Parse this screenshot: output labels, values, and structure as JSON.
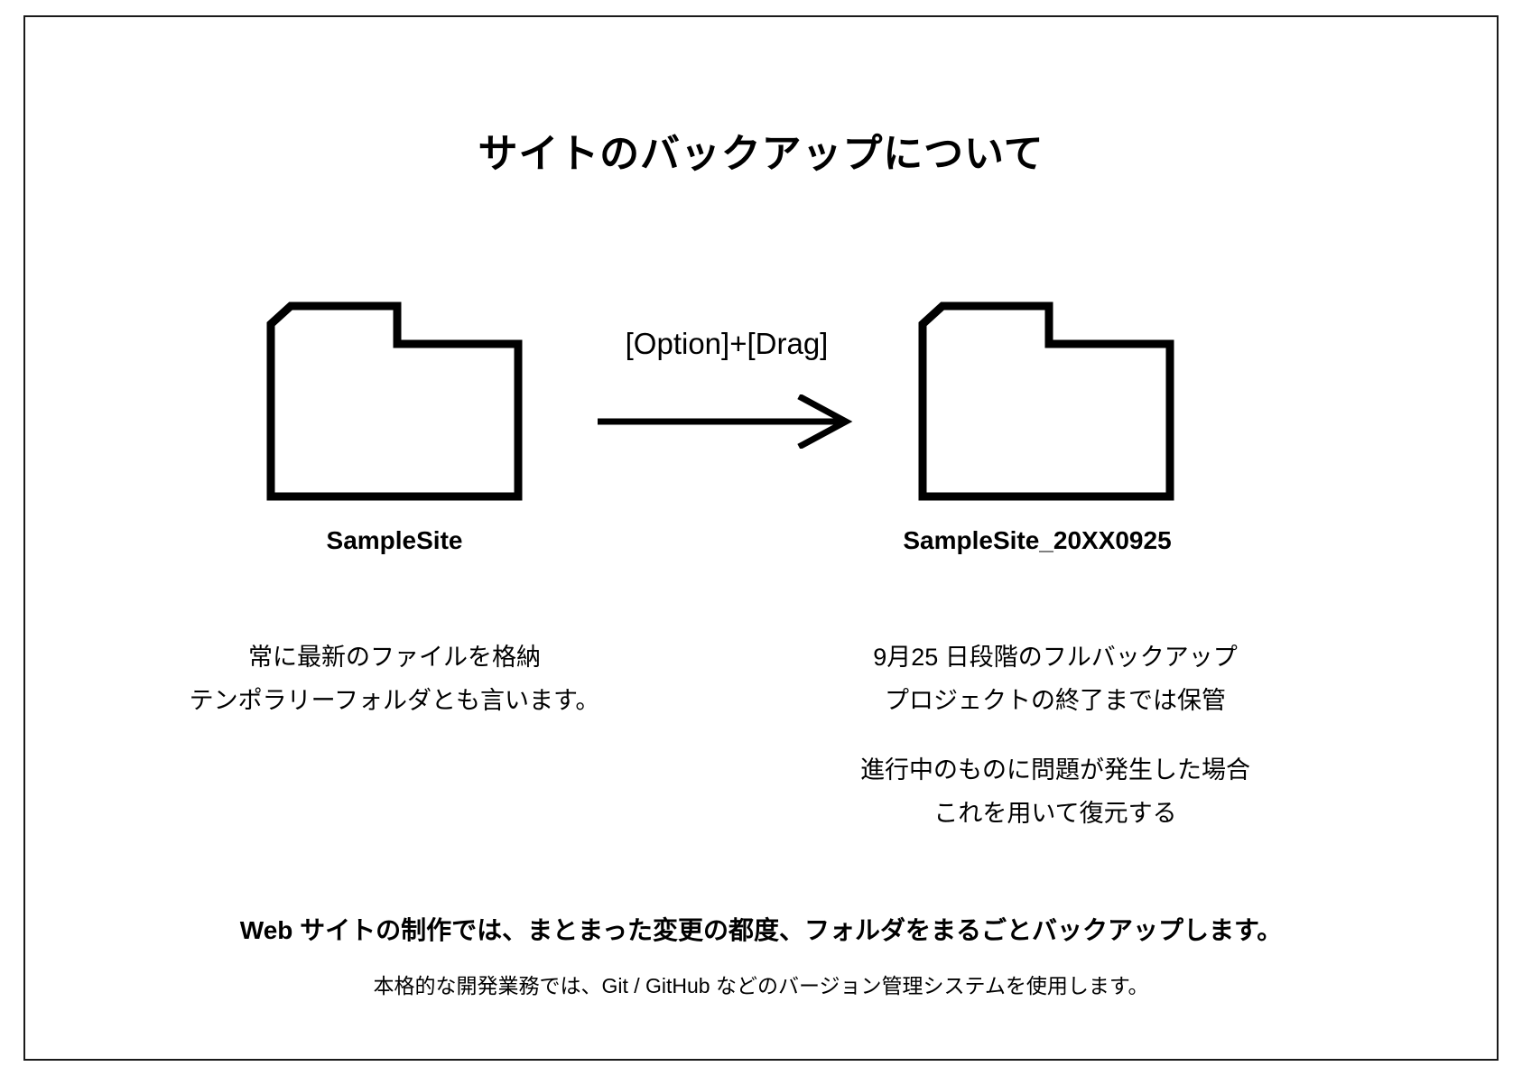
{
  "slide": {
    "title": "サイトのバックアップについて",
    "background_color": "#ffffff",
    "border_color": "#1a1a1a",
    "text_color": "#000000"
  },
  "diagram": {
    "source": {
      "icon": "folder-icon",
      "label": "SampleSite",
      "description_lines": [
        "常に最新のファイルを格納",
        "テンポラリーフォルダとも言います。"
      ]
    },
    "transition": {
      "caption": "[Option]+[Drag]",
      "icon": "arrow-right-icon"
    },
    "target": {
      "icon": "folder-icon",
      "label": "SampleSite_20XX0925",
      "description_lines": [
        "9月25 日段階のフルバックアップ",
        "プロジェクトの終了までは保管"
      ],
      "note_lines": [
        "進行中のものに問題が発生した場合",
        "これを用いて復元する"
      ]
    }
  },
  "footer": {
    "main": "Web サイトの制作では、まとまった変更の都度、フォルダをまるごとバックアップします。",
    "sub": "本格的な開発業務では、Git / GitHub などのバージョン管理システムを使用します。"
  }
}
